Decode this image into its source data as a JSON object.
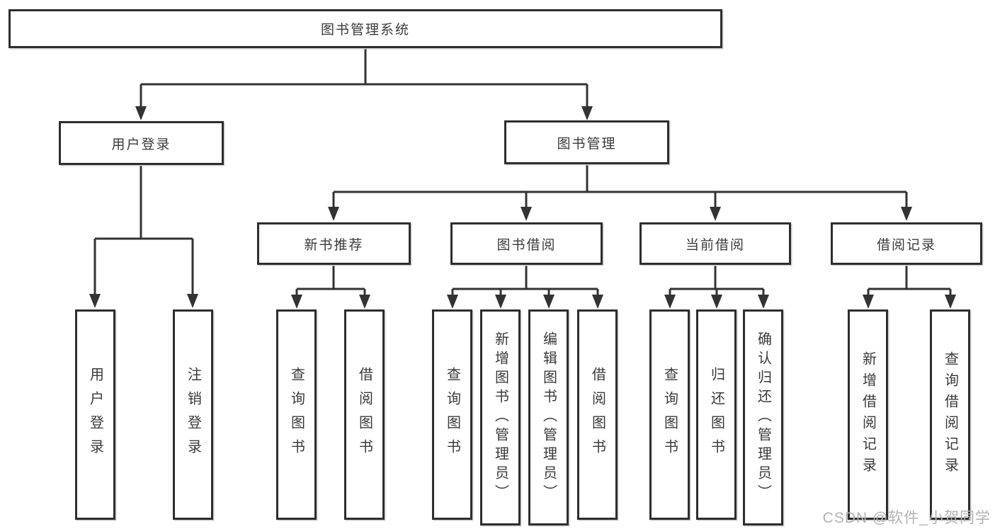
{
  "tree": {
    "root": {
      "label": "图书管理系统"
    },
    "branches": [
      {
        "label": "用户登录",
        "children": [
          {
            "label": "用户登录"
          },
          {
            "label": "注销登录"
          }
        ]
      },
      {
        "label": "图书管理",
        "groups": [
          {
            "label": "新书推荐",
            "children": [
              {
                "label": "查询图书"
              },
              {
                "label": "借阅图书"
              }
            ]
          },
          {
            "label": "图书借阅",
            "children": [
              {
                "label": "查询图书"
              },
              {
                "label": "新增图书（管理员）"
              },
              {
                "label": "编辑图书（管理员）"
              },
              {
                "label": "借阅图书"
              }
            ]
          },
          {
            "label": "当前借阅",
            "children": [
              {
                "label": "查询图书"
              },
              {
                "label": "归还图书"
              },
              {
                "label": "确认归还（管理员）"
              }
            ]
          },
          {
            "label": "借阅记录",
            "children": [
              {
                "label": "新增借阅记录"
              },
              {
                "label": "查询借阅记录"
              }
            ]
          }
        ]
      }
    ]
  },
  "watermark": "CSDN @软件_小贺同学",
  "colors": {
    "line": "#333333",
    "box_border": "#2e2e2e",
    "text": "#3a3a3a",
    "watermark": "#b3b3b3",
    "background": "#ffffff"
  }
}
